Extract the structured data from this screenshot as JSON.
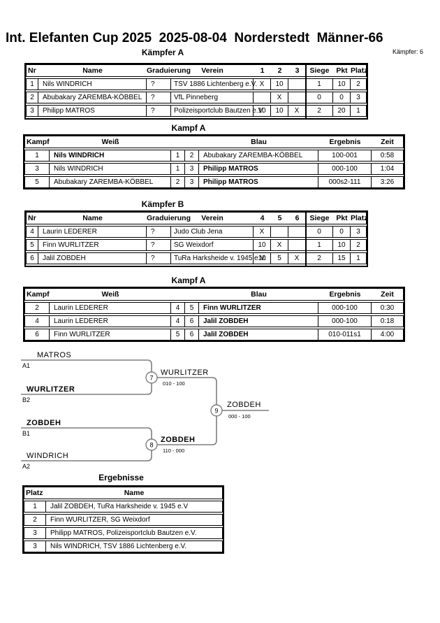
{
  "header": {
    "title": "Int. Elefanten Cup 2025  2025-08-04  Norderstedt  Männer-66",
    "fighter_count": "Kämpfer: 6"
  },
  "sections": {
    "kaempfer_a": {
      "title": "Kämpfer A",
      "columns": {
        "nr": "Nr",
        "name": "Name",
        "grad": "Graduierung",
        "verein": "Verein",
        "c1": "1",
        "c2": "2",
        "c3": "3",
        "siege": "Siege",
        "pkt": "Pkt",
        "platz": "Platz"
      },
      "rows": [
        {
          "nr": "1",
          "name": "Nils WINDRICH",
          "grad": "?",
          "verein": "TSV 1886 Lichtenberg e.V.",
          "c1": "X",
          "c2": "10",
          "c3": "",
          "siege": "1",
          "pkt": "10",
          "platz": "2"
        },
        {
          "nr": "2",
          "name": "Abubakary ZAREMBA-KÖBBEL",
          "grad": "?",
          "verein": "VfL Pinneberg",
          "c1": "",
          "c2": "X",
          "c3": "",
          "siege": "0",
          "pkt": "0",
          "platz": "3"
        },
        {
          "nr": "3",
          "name": "Philipp MATROS",
          "grad": "?",
          "verein": "Polizeisportclub Bautzen e.V.",
          "c1": "10",
          "c2": "10",
          "c3": "X",
          "siege": "2",
          "pkt": "20",
          "platz": "1"
        }
      ]
    },
    "kampf_a1": {
      "title": "Kampf A",
      "columns": {
        "kampf": "Kampf",
        "weiss": "Weiß",
        "blau": "Blau",
        "ergebnis": "Ergebnis",
        "zeit": "Zeit"
      },
      "rows": [
        {
          "nr": "1",
          "weiss": "Nils WINDRICH",
          "wn": "1",
          "bn": "2",
          "blau": "Abubakary ZAREMBA-KÖBBEL",
          "ergebnis": "100-001",
          "zeit": "0:58"
        },
        {
          "nr": "3",
          "weiss": "Nils WINDRICH",
          "wn": "1",
          "bn": "3",
          "blau": "Philipp MATROS",
          "ergebnis": "000-100",
          "zeit": "1:04"
        },
        {
          "nr": "5",
          "weiss": "Abubakary ZAREMBA-KÖBBEL",
          "wn": "2",
          "bn": "3",
          "blau": "Philipp MATROS",
          "ergebnis": "000s2-111",
          "zeit": "3:26"
        }
      ]
    },
    "kaempfer_b": {
      "title": "Kämpfer B",
      "columns": {
        "nr": "Nr",
        "name": "Name",
        "grad": "Graduierung",
        "verein": "Verein",
        "c1": "4",
        "c2": "5",
        "c3": "6",
        "siege": "Siege",
        "pkt": "Pkt",
        "platz": "Platz"
      },
      "rows": [
        {
          "nr": "4",
          "name": "Laurin LEDERER",
          "grad": "?",
          "verein": "Judo Club Jena",
          "c1": "X",
          "c2": "",
          "c3": "",
          "siege": "0",
          "pkt": "0",
          "platz": "3"
        },
        {
          "nr": "5",
          "name": "Finn WURLITZER",
          "grad": "?",
          "verein": "SG Weixdorf",
          "c1": "10",
          "c2": "X",
          "c3": "",
          "siege": "1",
          "pkt": "10",
          "platz": "2"
        },
        {
          "nr": "6",
          "name": "Jalil ZOBDEH",
          "grad": "?",
          "verein": "TuRa Harksheide v. 1945 e.V.",
          "c1": "10",
          "c2": "5",
          "c3": "X",
          "siege": "2",
          "pkt": "15",
          "platz": "1"
        }
      ]
    },
    "kampf_a2": {
      "title": "Kampf A",
      "columns": {
        "kampf": "Kampf",
        "weiss": "Weiß",
        "blau": "Blau",
        "ergebnis": "Ergebnis",
        "zeit": "Zeit"
      },
      "rows": [
        {
          "nr": "2",
          "weiss": "Laurin LEDERER",
          "wn": "4",
          "bn": "5",
          "blau": "Finn WURLITZER",
          "ergebnis": "000-100",
          "zeit": "0:30"
        },
        {
          "nr": "4",
          "weiss": "Laurin LEDERER",
          "wn": "4",
          "bn": "6",
          "blau": "Jalil ZOBDEH",
          "ergebnis": "000-100",
          "zeit": "0:18"
        },
        {
          "nr": "6",
          "weiss": "Finn WURLITZER",
          "wn": "5",
          "bn": "6",
          "blau": "Jalil ZOBDEH",
          "ergebnis": "010-011s1",
          "zeit": "4:00"
        }
      ]
    },
    "bracket": {
      "semi1": {
        "match": "7",
        "top_name": "MATROS",
        "top_seed": "A1",
        "bottom_name": "WURLITZER",
        "bottom_seed": "B2",
        "winner": "WURLITZER",
        "score": "010 - 100"
      },
      "semi2": {
        "match": "8",
        "top_name": "ZOBDEH",
        "top_seed": "B1",
        "bottom_name": "WINDRICH",
        "bottom_seed": "A2",
        "winner": "ZOBDEH",
        "score": "110 - 000"
      },
      "final": {
        "match": "9",
        "winner": "ZOBDEH",
        "score": "000 - 100"
      }
    },
    "ergebnisse": {
      "title": "Ergebnisse",
      "columns": {
        "platz": "Platz",
        "name": "Name"
      },
      "rows": [
        {
          "platz": "1",
          "name": "Jalil ZOBDEH, TuRa Harksheide v. 1945 e.V"
        },
        {
          "platz": "2",
          "name": "Finn WURLITZER, SG Weixdorf"
        },
        {
          "platz": "3",
          "name": "Philipp MATROS, Polizeisportclub Bautzen e.V."
        },
        {
          "platz": "3",
          "name": "Nils WINDRICH, TSV 1886 Lichtenberg e.V."
        }
      ]
    }
  },
  "colors": {
    "line_gray": "#7f7f7f",
    "text_black": "#000000",
    "background": "#ffffff"
  }
}
